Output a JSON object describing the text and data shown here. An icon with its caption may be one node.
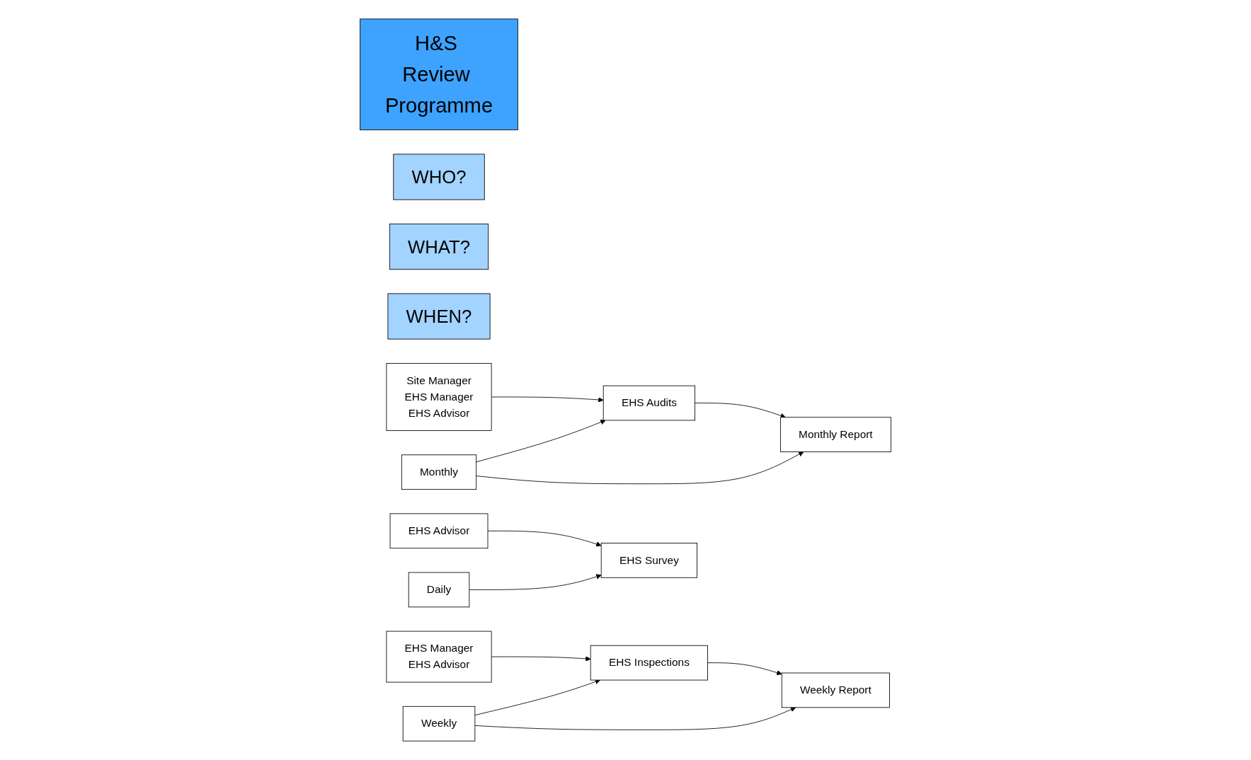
{
  "diagram": {
    "nodes": [
      {
        "text": [
          "H&S Review Programme"
        ]
      },
      {
        "text": [
          "WHO?"
        ]
      },
      {
        "text": [
          "WHAT?"
        ]
      },
      {
        "text": [
          "WHEN?"
        ]
      },
      {
        "text": [
          "Site Manager",
          "EHS Manager",
          "EHS Advisor"
        ]
      },
      {
        "text": [
          "EHS Audits"
        ]
      },
      {
        "text": [
          "Monthly"
        ]
      },
      {
        "text": [
          "Monthly Report"
        ]
      },
      {
        "text": [
          "EHS Manager",
          "EHS Advisor"
        ]
      },
      {
        "text": [
          "EHS Inspections"
        ]
      },
      {
        "text": [
          "Weekly"
        ]
      },
      {
        "text": [
          "Weekly Report"
        ]
      },
      {
        "text": [
          "EHS Advisor"
        ]
      },
      {
        "text": [
          "EHS Survey"
        ]
      },
      {
        "text": [
          "Daily"
        ]
      }
    ],
    "edges": [
      {
        "from": 4,
        "to": 5,
        "arrow": "to"
      },
      {
        "from": 6,
        "to": 5,
        "arrow": "to"
      },
      {
        "from": 6,
        "to": 7,
        "arrow": "to"
      },
      {
        "from": 5,
        "to": 7,
        "arrow": "to"
      },
      {
        "from": 8,
        "to": 9,
        "arrow": "to"
      },
      {
        "from": 10,
        "to": 9,
        "arrow": "to"
      },
      {
        "from": 10,
        "to": 11,
        "arrow": "to"
      },
      {
        "from": 9,
        "to": 11,
        "arrow": "to"
      },
      {
        "from": 12,
        "to": 13,
        "arrow": "to"
      },
      {
        "from": 14,
        "to": 13,
        "arrow": "to"
      }
    ]
  }
}
